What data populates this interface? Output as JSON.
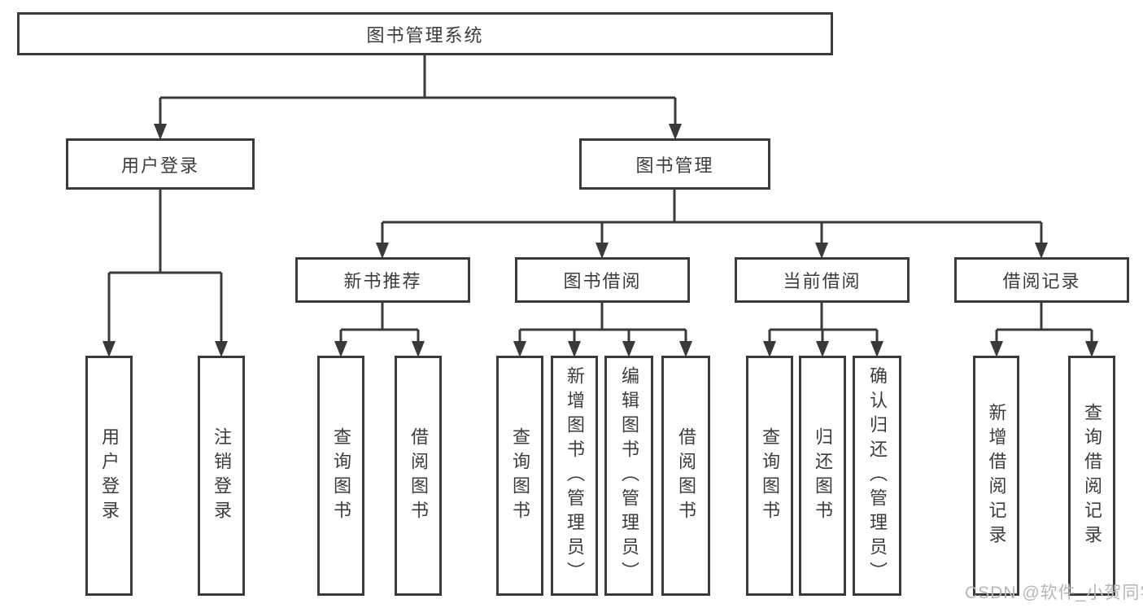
{
  "root_label": "图书管理系统",
  "nodes": {
    "user_login": "用户登录",
    "book_management": "图书管理",
    "new_book_recommend": "新书推荐",
    "book_borrowing": "图书借阅",
    "current_borrowing": "当前借阅",
    "borrowing_records": "借阅记录"
  },
  "leaves": {
    "user_login": "用户登录",
    "logout": "注销登录",
    "rec_query_books": "查询图书",
    "rec_borrow_books": "借阅图书",
    "bb_query_books": "查询图书",
    "bb_add_books": "新增图书（管理员）",
    "bb_edit_books": "编辑图书（管理员）",
    "bb_borrow_books": "借阅图书",
    "cb_query_books": "查询图书",
    "cb_return_books": "归还图书",
    "cb_confirm_return": "确认归还（管理员）",
    "br_add_record": "新增借阅记录",
    "br_query_record": "查询借阅记录"
  },
  "watermark": "CSDN @软件_小贺同学",
  "colors": {
    "line": "#3a3a3a",
    "text": "#3c3c3c",
    "watermark": "#b6b6b6",
    "background": "#ffffff"
  }
}
